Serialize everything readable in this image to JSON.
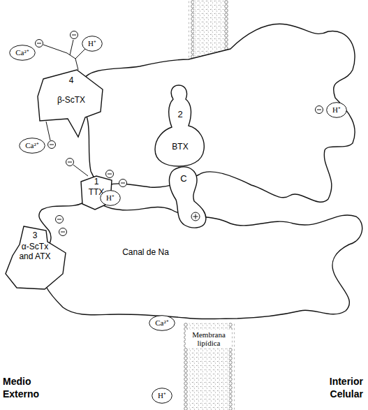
{
  "diagram": {
    "nodes": [
      {
        "text": [
          "Ca²⁺"
        ]
      },
      {
        "text": [
          "H⁺"
        ]
      },
      {
        "text": [
          "4",
          "β-ScTX"
        ]
      },
      {
        "text": [
          "2",
          "BTX"
        ]
      },
      {
        "text": [
          "Ca²⁺"
        ]
      },
      {
        "text": [
          "H⁺"
        ]
      },
      {
        "text": [
          "1",
          "TTX"
        ]
      },
      {
        "text": [
          "H⁺"
        ]
      },
      {
        "text": [
          "C"
        ]
      },
      {
        "text": [
          "3",
          "α-ScTx and ATX"
        ]
      },
      {
        "text": [
          "Canal de Na"
        ]
      },
      {
        "text": [
          "Ca²⁺"
        ]
      },
      {
        "text": [
          "Membrana lipídica"
        ]
      },
      {
        "text": [
          "H⁺"
        ]
      }
    ],
    "labels": [
      "Medio Externo",
      "Interior Celular"
    ]
  }
}
